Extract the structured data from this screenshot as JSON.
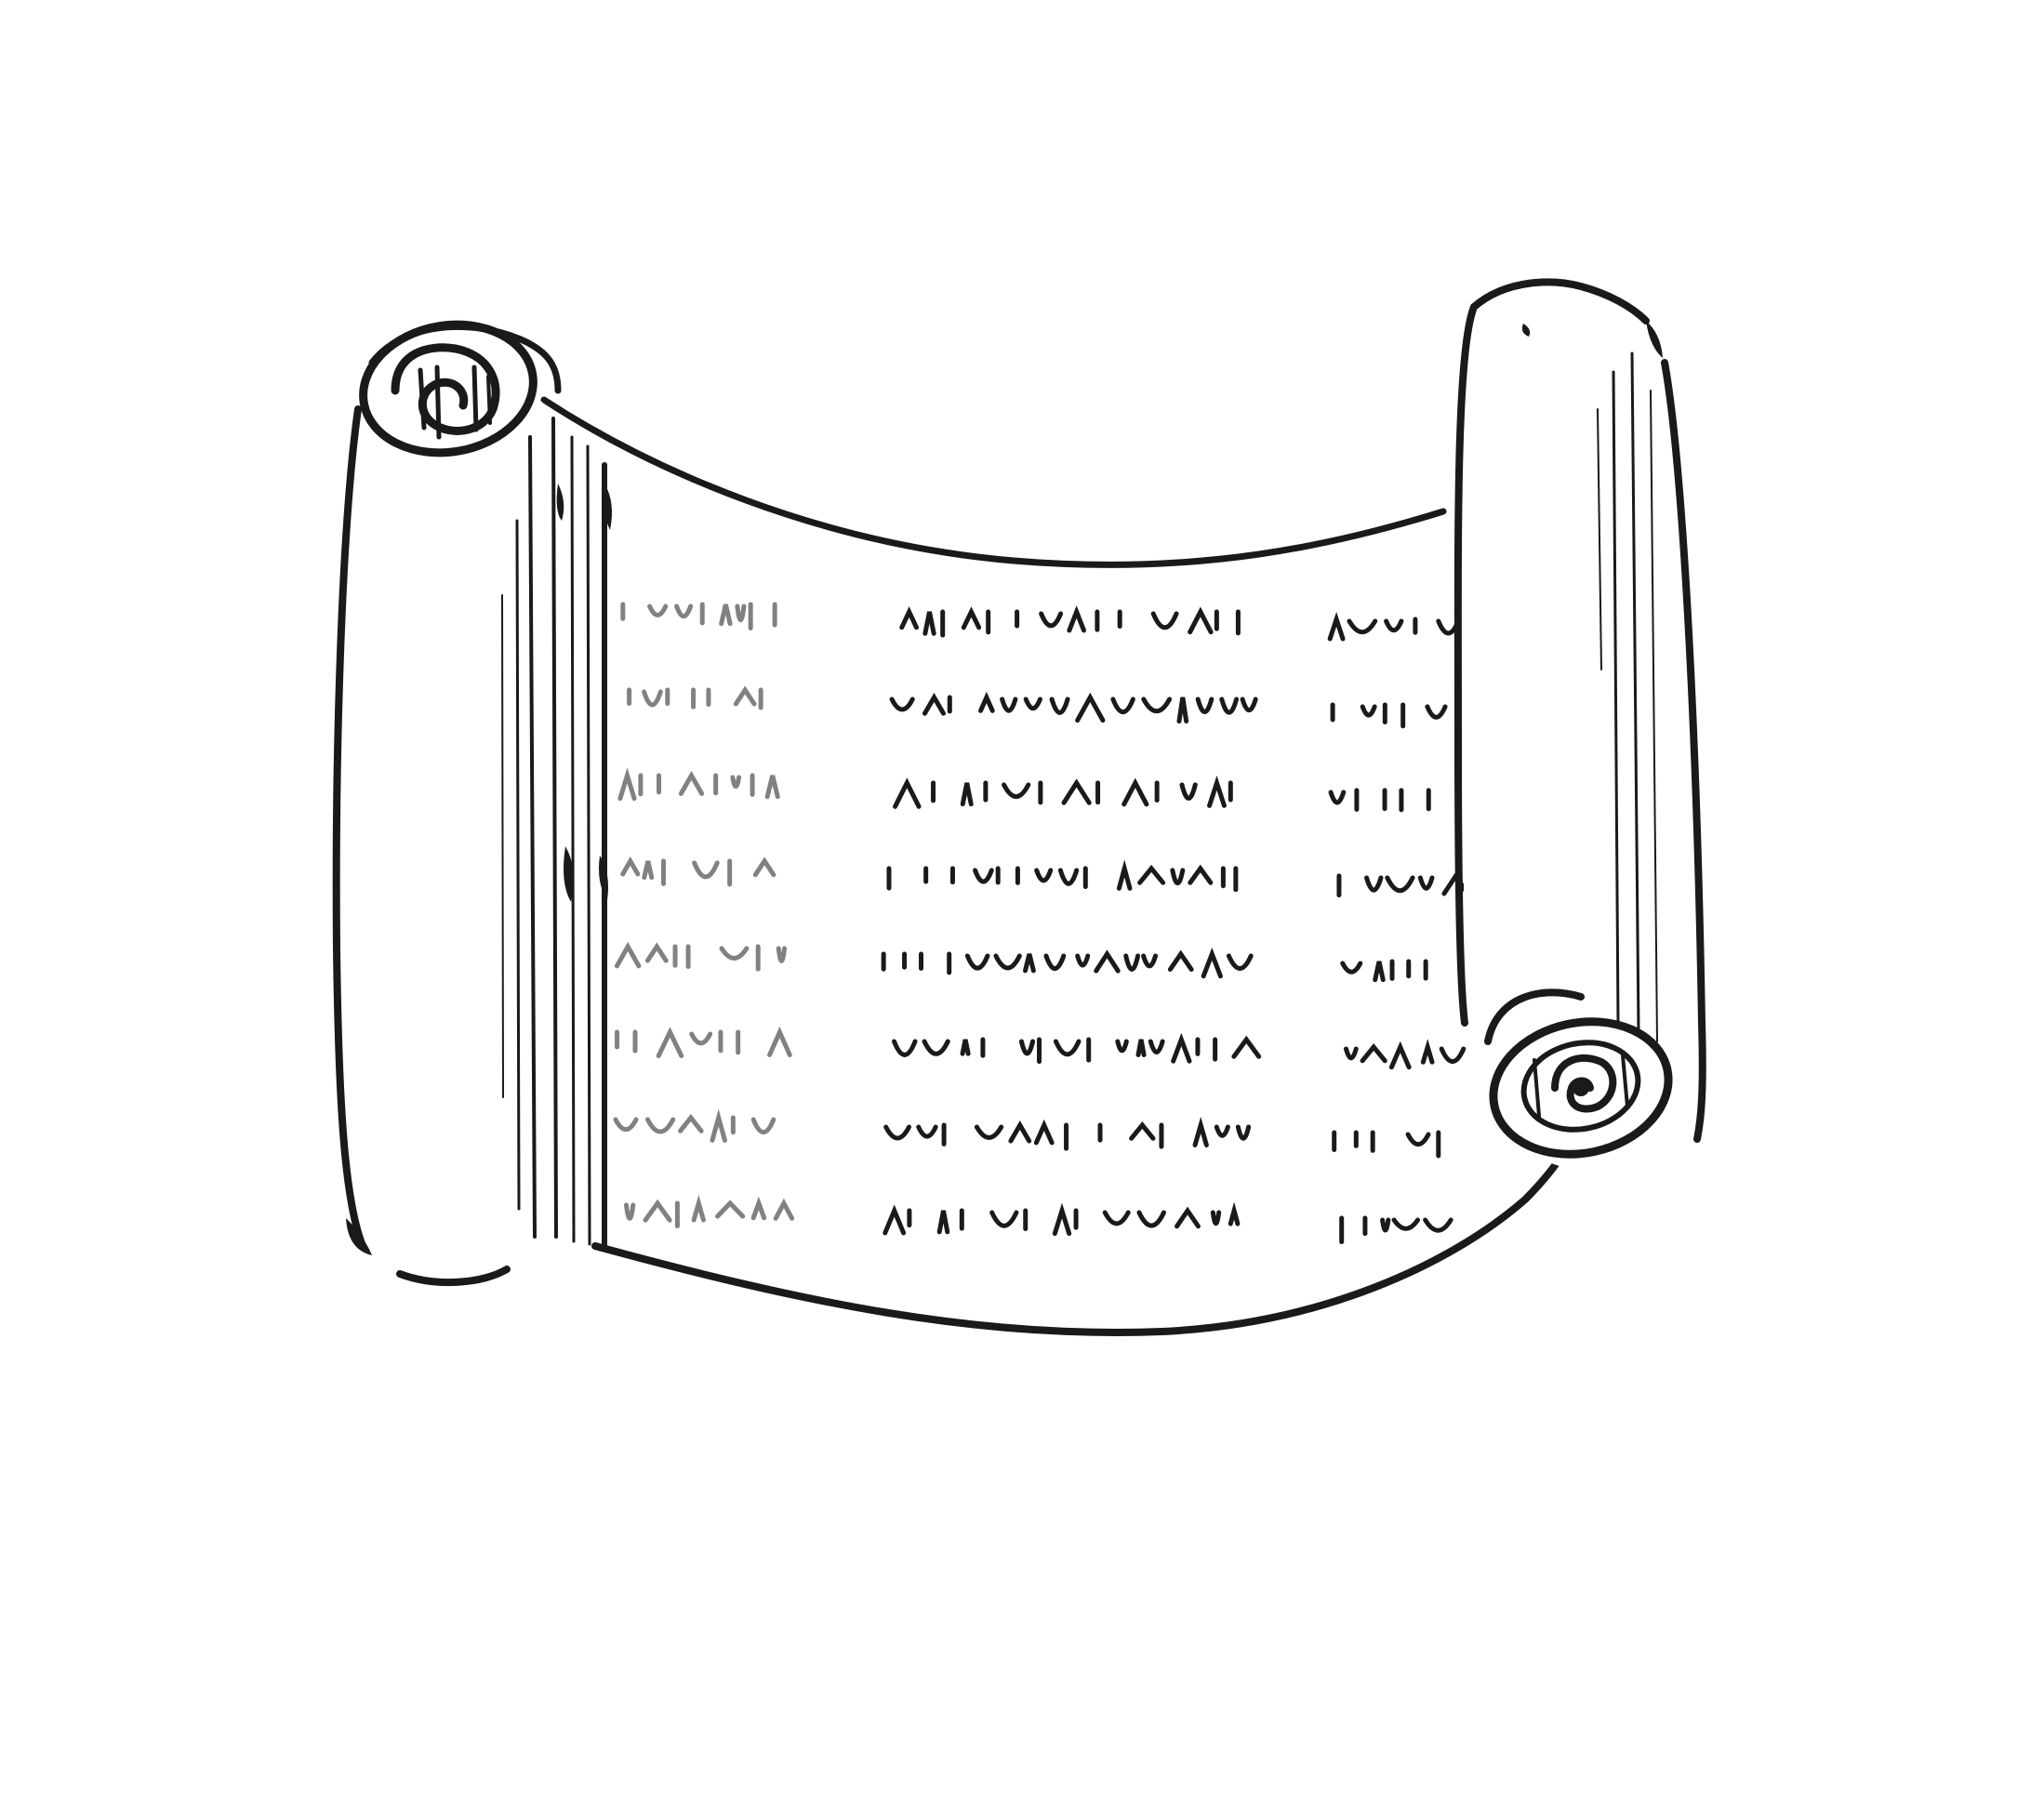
{
  "illustration": {
    "subject": "scroll-icon",
    "style": "black-and-white engraving",
    "colors": {
      "ink": "#1a1a1a",
      "paper": "#ffffff",
      "background": "#ffffff"
    },
    "writing_rows": 8,
    "writing_columns": 3
  }
}
